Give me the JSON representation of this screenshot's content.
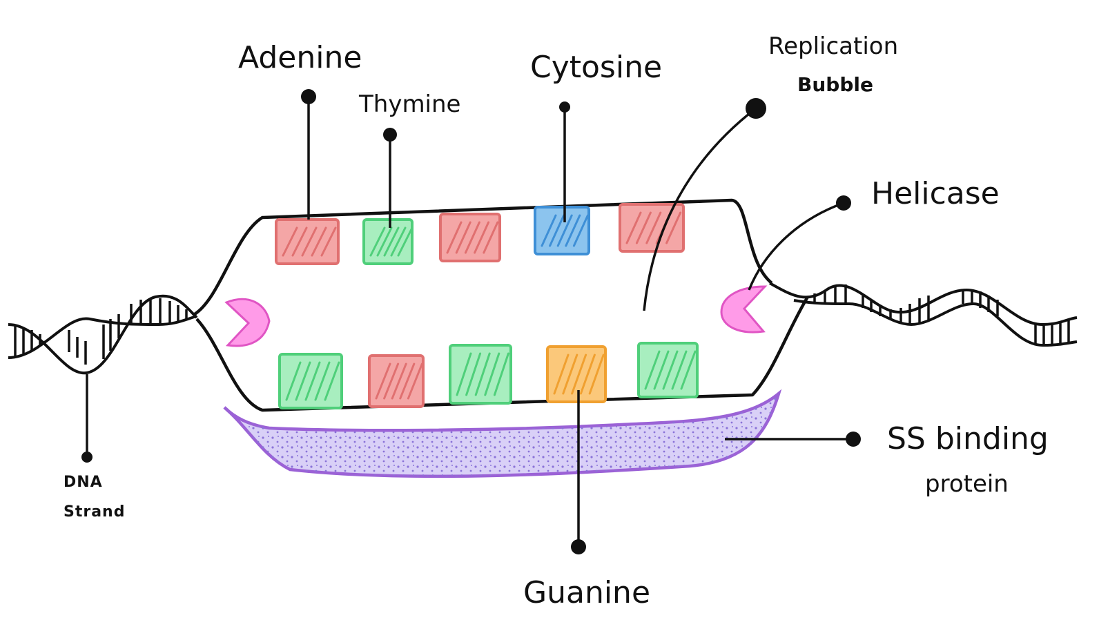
{
  "labels": {
    "adenine": "Adenine",
    "thymine": "Thymine",
    "cytosine": "Cytosine",
    "replication_line1": "Replication",
    "replication_line2": "Bubble",
    "helicase": "Helicase",
    "ss_line1": "SS  binding",
    "ss_line2": "protein",
    "guanine": "Guanine",
    "dna_line1": "DNA",
    "dna_line2": "Strand"
  },
  "colors": {
    "adenine": "#f4a6a6",
    "adenine_stroke": "#e07070",
    "thymine": "#a8eebf",
    "thymine_stroke": "#4fcf7a",
    "cytosine": "#8cc4ee",
    "cytosine_stroke": "#3e8fd6",
    "guanine": "#fbc87a",
    "guanine_stroke": "#f0a030",
    "helicase": "#ff9be8",
    "helicase_stroke": "#e055c4",
    "ssb_fill": "#d9d0f7",
    "ssb_stroke": "#9b62d6",
    "ink": "#111111"
  },
  "bases": {
    "top": [
      "adenine",
      "thymine",
      "adenine",
      "cytosine",
      "adenine"
    ],
    "bottom": [
      "thymine",
      "adenine",
      "thymine",
      "guanine",
      "thymine"
    ]
  }
}
